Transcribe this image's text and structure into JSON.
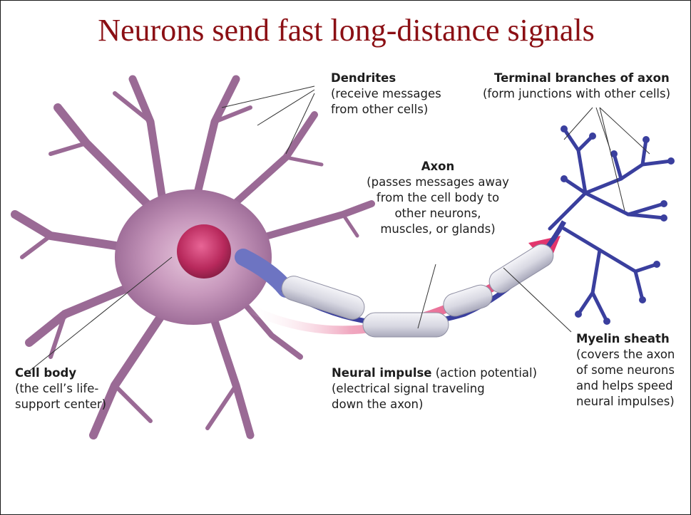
{
  "slide": {
    "title": "Neurons send fast long-distance signals"
  },
  "labels": {
    "dendrites": {
      "heading": "Dendrites",
      "lines": [
        "(receive messages",
        "from other cells)"
      ]
    },
    "terminal": {
      "heading": "Terminal branches of axon",
      "lines": [
        "(form junctions with other cells)"
      ]
    },
    "axon": {
      "heading": "Axon",
      "lines": [
        "(passes messages away",
        "from the cell body to",
        "other neurons,",
        "muscles, or glands)"
      ]
    },
    "cell_body": {
      "heading": "Cell body",
      "lines": [
        "(the cell’s life-",
        "support center)"
      ]
    },
    "neural_impulse": {
      "heading": "Neural impulse",
      "heading_suffix": " (action potential)",
      "lines": [
        "(electrical signal traveling",
        "down the axon)"
      ]
    },
    "myelin": {
      "heading": "Myelin sheath",
      "lines": [
        "(covers the axon",
        "of some neurons",
        "and helps speed",
        "neural impulses)"
      ]
    }
  },
  "colors": {
    "title": "#8b0f14",
    "cell": "#b07aa6",
    "nucleus": "#c2356a",
    "axon_blue": "#3a3f9e",
    "myelin": "#dcdce6",
    "impulse_arrow": "#e0507a"
  }
}
